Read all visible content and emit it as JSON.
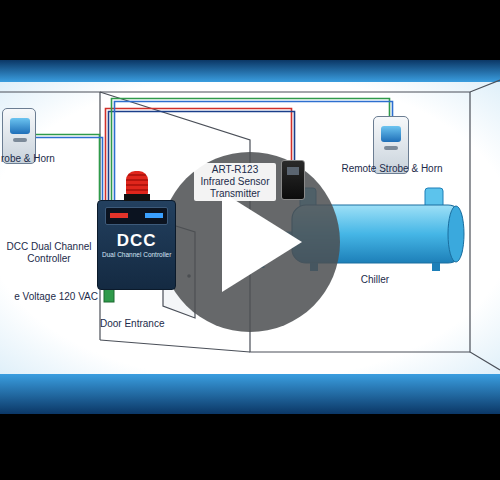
{
  "diagram": {
    "nodes": [
      {
        "text": [
          "robe & Horn"
        ]
      },
      {
        "text": [
          "DCC",
          "Dual Channel Controller",
          "DCC Dual Channel Controller"
        ]
      },
      {
        "text": [
          "ART-R123 Infrared Sensor Transmitter"
        ]
      },
      {
        "text": [
          "Remote Strobe & Horn"
        ]
      }
    ],
    "edges": [
      {
        "from": 1,
        "to": 0,
        "arrow": "none"
      },
      {
        "from": 1,
        "to": 2,
        "arrow": "none"
      },
      {
        "from": 1,
        "to": 3,
        "arrow": "none"
      }
    ],
    "labels": [
      "e Voltage 120 VAC",
      "Door Entrance",
      "Chiller"
    ]
  }
}
